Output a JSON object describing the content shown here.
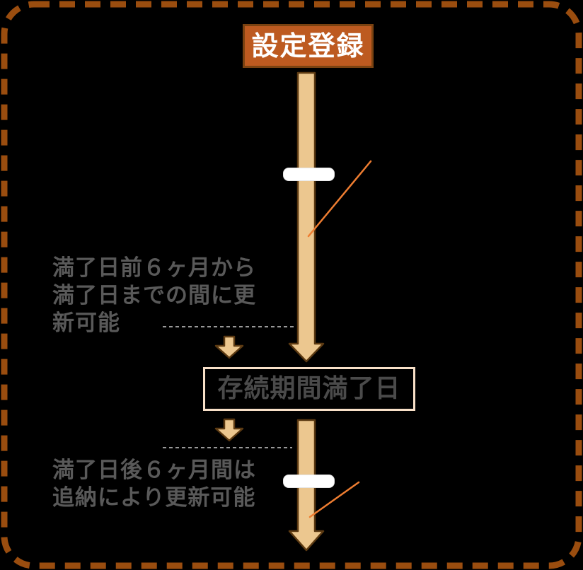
{
  "registration_box": {
    "label": "設定登録"
  },
  "expiration_box": {
    "label": "存続期間満了日"
  },
  "notes": {
    "before": {
      "line1": "満了日前６ヶ月から",
      "line2": "満了日までの間に更",
      "line3": "新可能"
    },
    "after": {
      "line1": "満了日後６ヶ月間は",
      "line2": "追納により更新可能"
    }
  },
  "colors": {
    "background": "#000000",
    "outer_dashed_border": "#9A4D0F",
    "registration_box_fill": "#BD5A20",
    "registration_box_border": "#7A4211",
    "registration_box_text": "#FFFFFF",
    "arrow_fill": "#ECC78F",
    "arrow_outline": "#5C3A12",
    "break_mark_fill": "#FFFFFF",
    "break_slash": "#EE7D31",
    "connector_dash": "#999999",
    "note_text": "#595959",
    "expiration_box_border": "#F8E0C8",
    "expiration_box_text": "#4A4A4A"
  }
}
